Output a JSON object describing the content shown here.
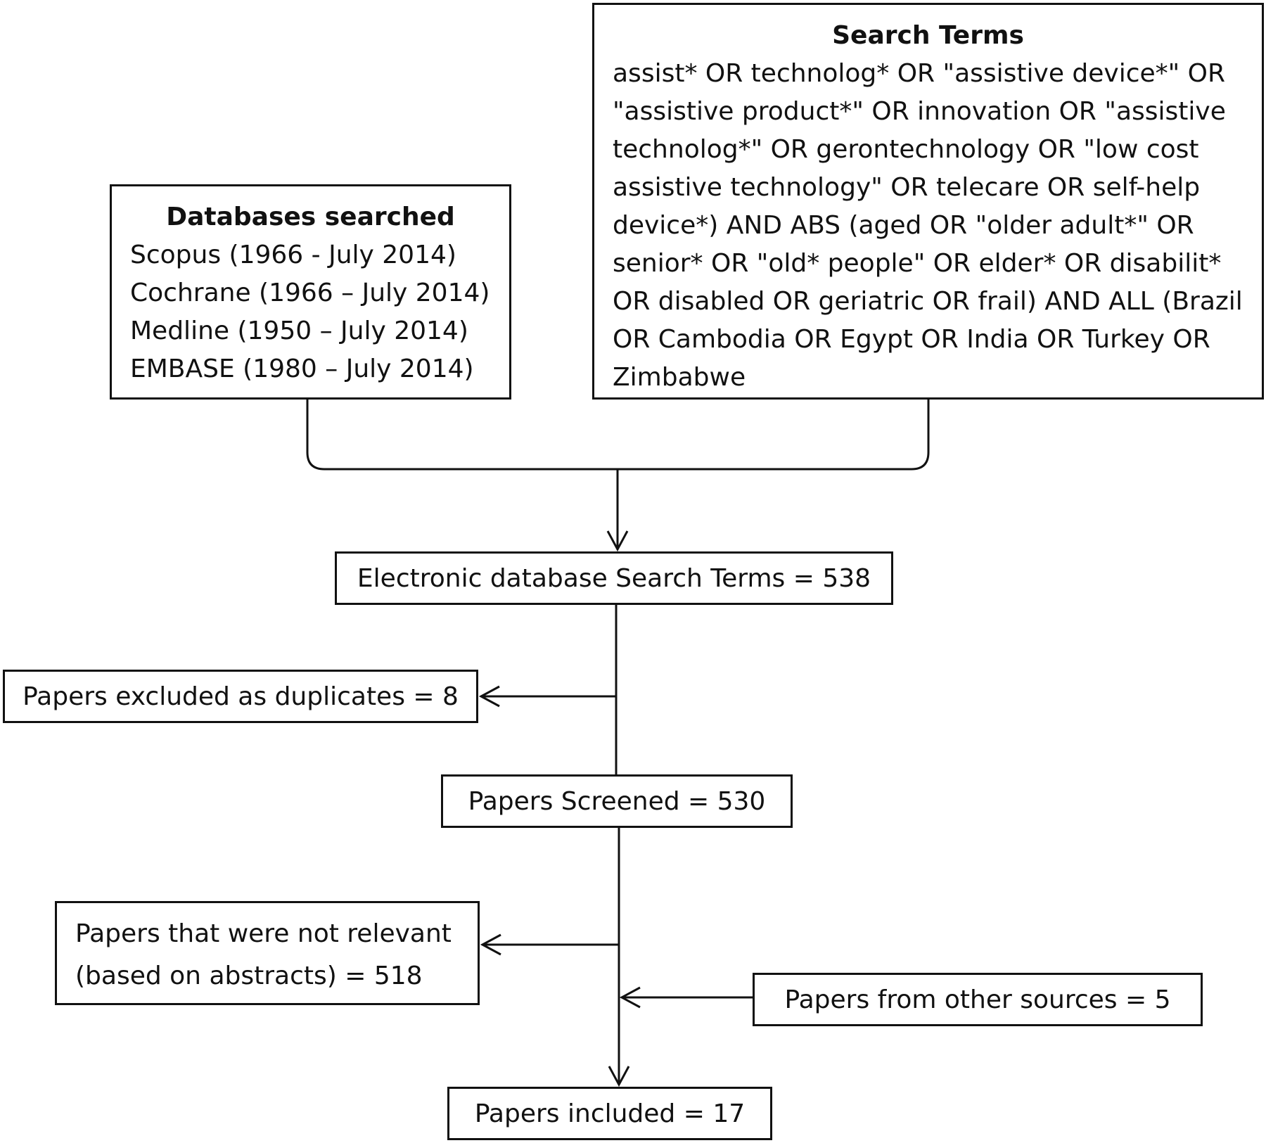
{
  "databases": {
    "title": "Databases searched",
    "items": [
      "Scopus (1966 - July 2014)",
      "Cochrane (1966 – July 2014)",
      "Medline (1950 – July 2014)",
      "EMBASE (1980 – July 2014)"
    ]
  },
  "search_terms": {
    "title": "Search Terms",
    "lines": [
      "assist* OR technolog* OR \"assistive device*\" OR",
      "\"assistive product*\" OR innovation OR \"assistive",
      "technolog*\" OR gerontechnology OR \"low cost",
      "assistive technology\" OR telecare OR self-help",
      "device*) AND ABS (aged OR \"older adult*\" OR",
      "senior* OR \"old* people\" OR elder* OR disabilit*",
      "OR disabled OR geriatric OR frail) AND ALL (Brazil",
      "OR Cambodia OR Egypt OR India OR Turkey OR",
      "Zimbabwe"
    ]
  },
  "flow": {
    "electronic": "Electronic database Search Terms = 538",
    "duplicates": "Papers excluded as duplicates = 8",
    "screened": "Papers Screened = 530",
    "not_relevant_line1": "Papers that were not relevant",
    "not_relevant_line2": "(based on abstracts) = 518",
    "other_sources": "Papers from other sources = 5",
    "included": "Papers included = 17"
  }
}
